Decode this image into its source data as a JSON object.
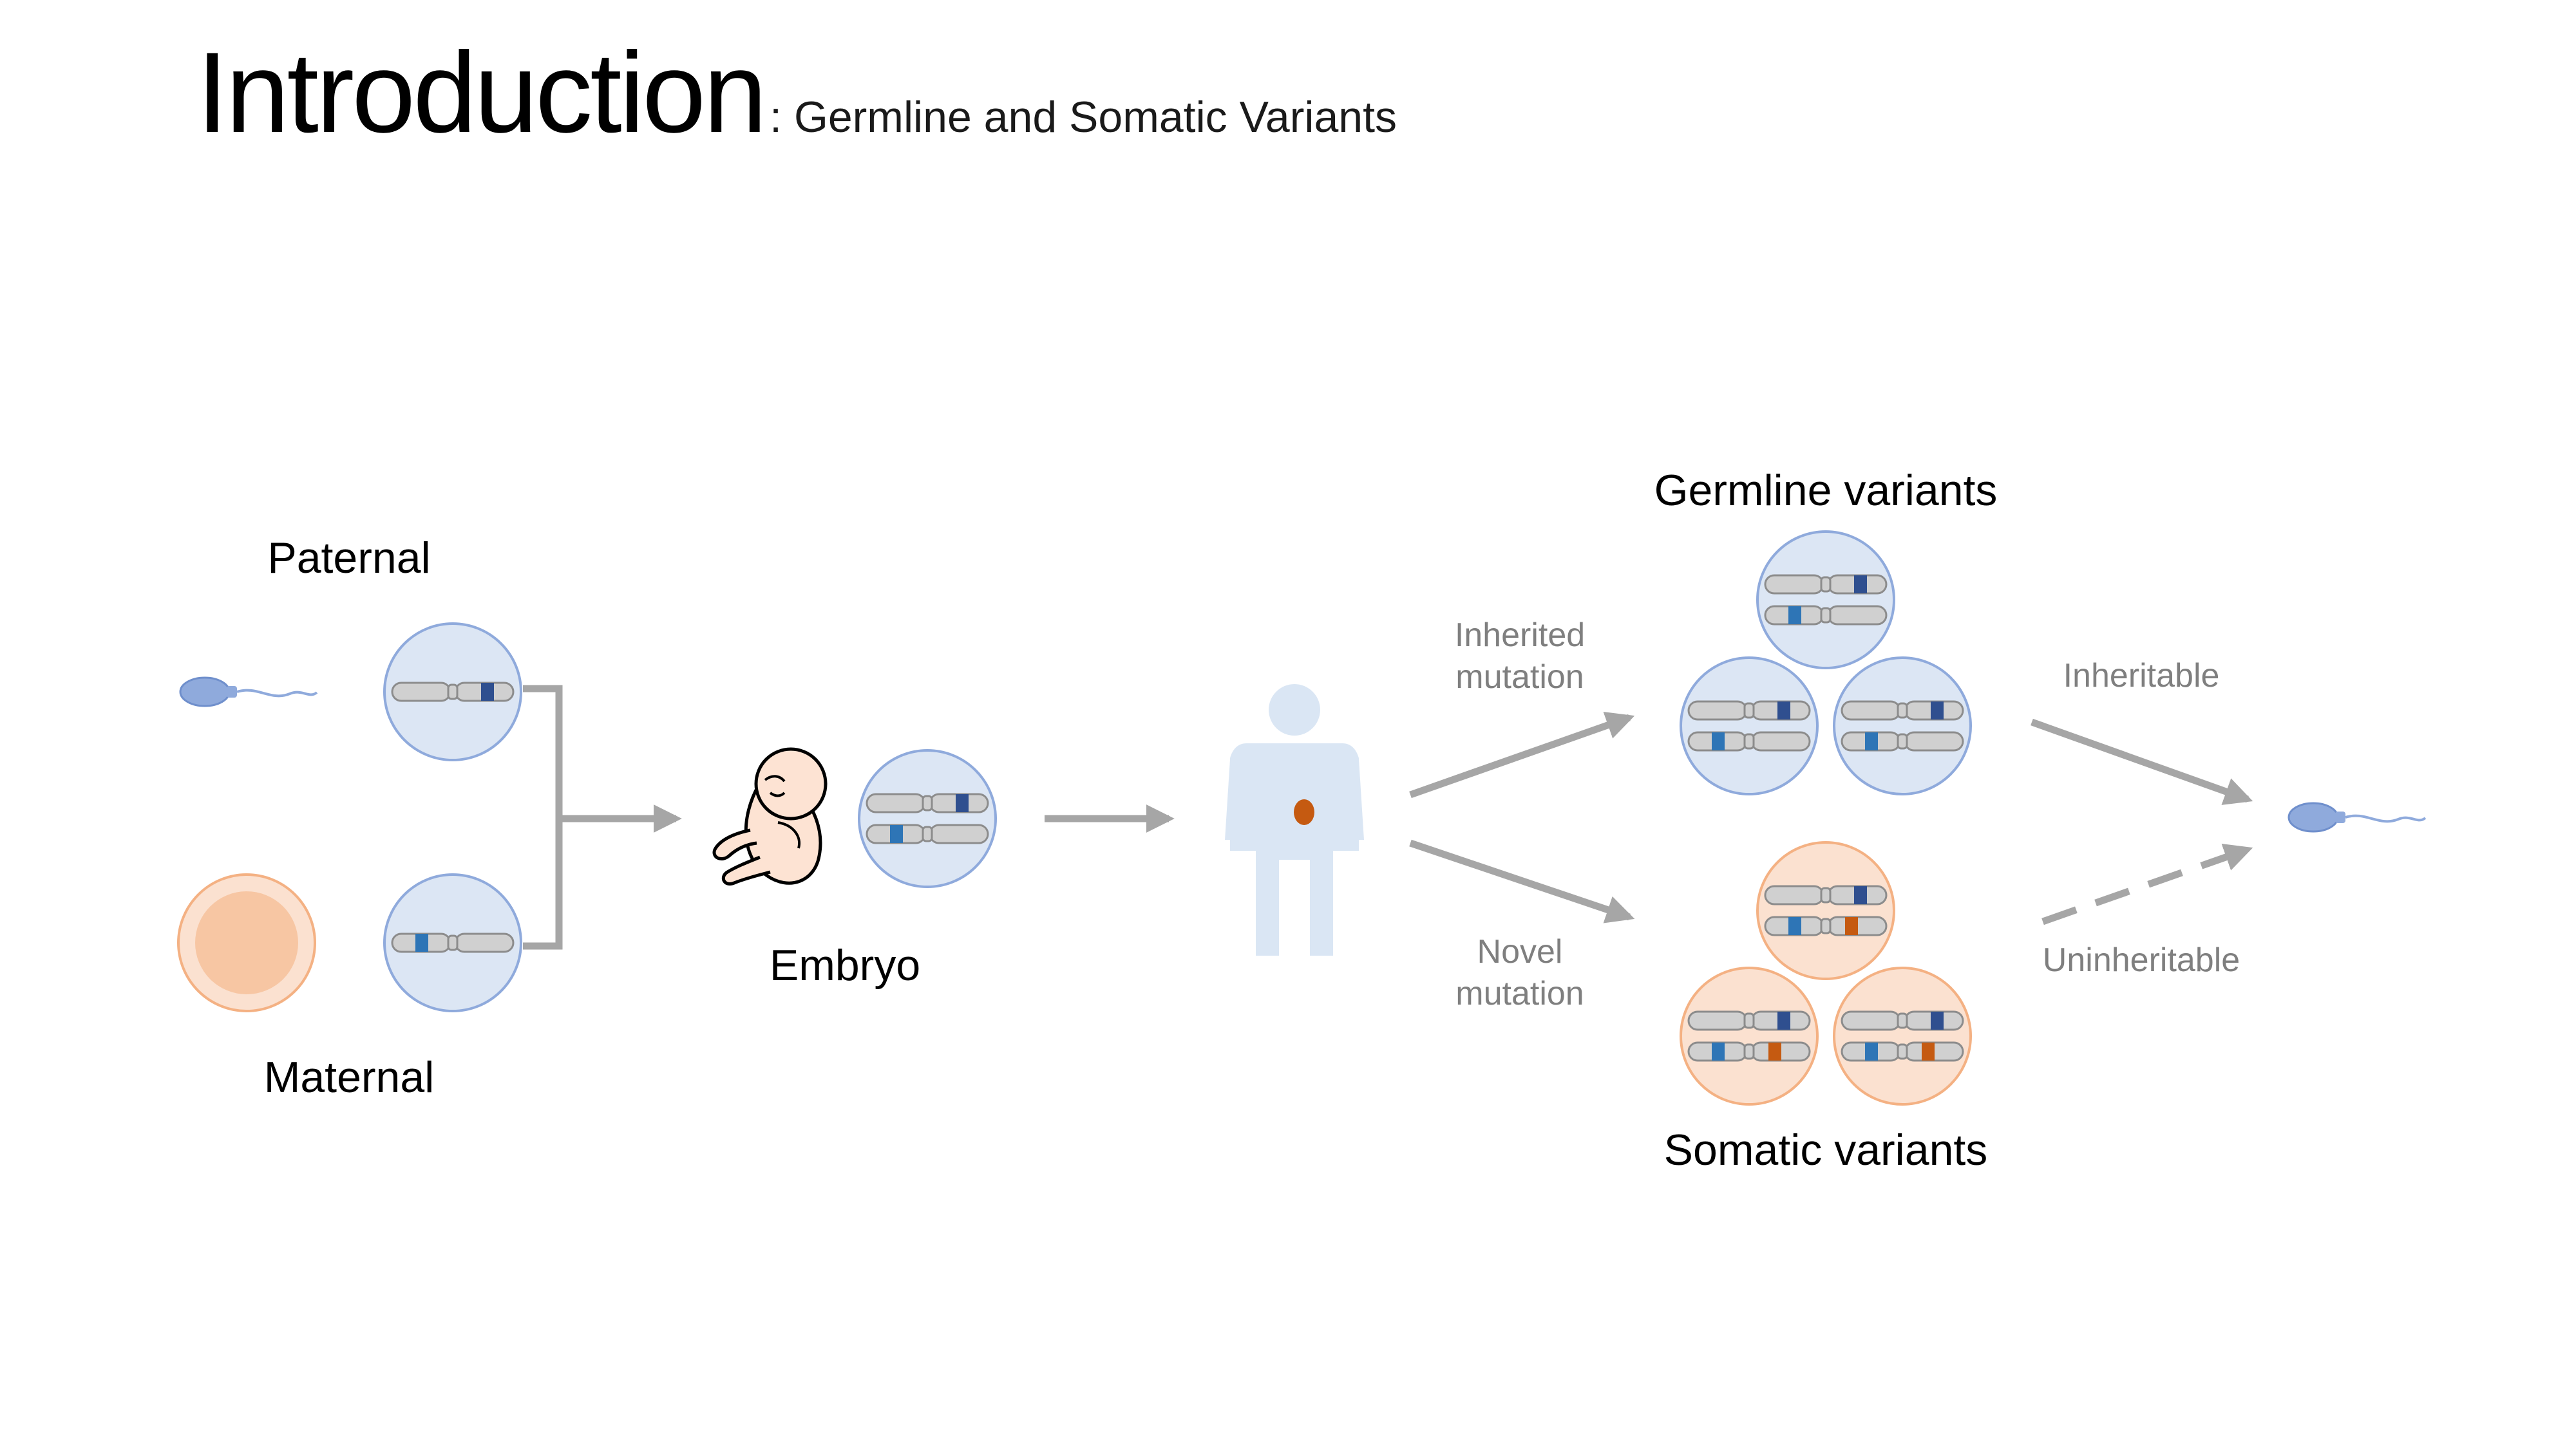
{
  "title": {
    "main": "Introduction",
    "subtitle": ": Germline and Somatic Variants"
  },
  "labels": {
    "paternal": "Paternal",
    "maternal": "Maternal",
    "embryo": "Embryo",
    "germline_variants": "Germline variants",
    "somatic_variants": "Somatic variants",
    "inherited_mutation_line1": "Inherited",
    "inherited_mutation_line2": "mutation",
    "novel_mutation_line1": "Novel",
    "novel_mutation_line2": "mutation",
    "inheritable": "Inheritable",
    "uninheritable": "Uninheritable"
  },
  "icons": [
    "sperm-icon",
    "egg-cell-icon",
    "embryo-baby-icon",
    "human-body-icon",
    "cell-icon",
    "chromosome-icon",
    "arrow-icon"
  ],
  "colors": {
    "germline_cell_fill": "#dce6f4",
    "germline_cell_stroke": "#8faadc",
    "somatic_cell_fill": "#fbe1d0",
    "somatic_cell_stroke": "#f4b183",
    "chromosome_fill": "#d0d0d0",
    "chromosome_stroke": "#8c8c8c",
    "paternal_band": "#2f4f8f",
    "maternal_band": "#2e75b6",
    "somatic_mutation_band": "#c55a11",
    "arrow": "#a6a6a6",
    "body": "#dae6f4",
    "sperm": "#8faadc",
    "egg_outer": "#fbe1d0",
    "egg_inner": "#f7c6a3"
  }
}
